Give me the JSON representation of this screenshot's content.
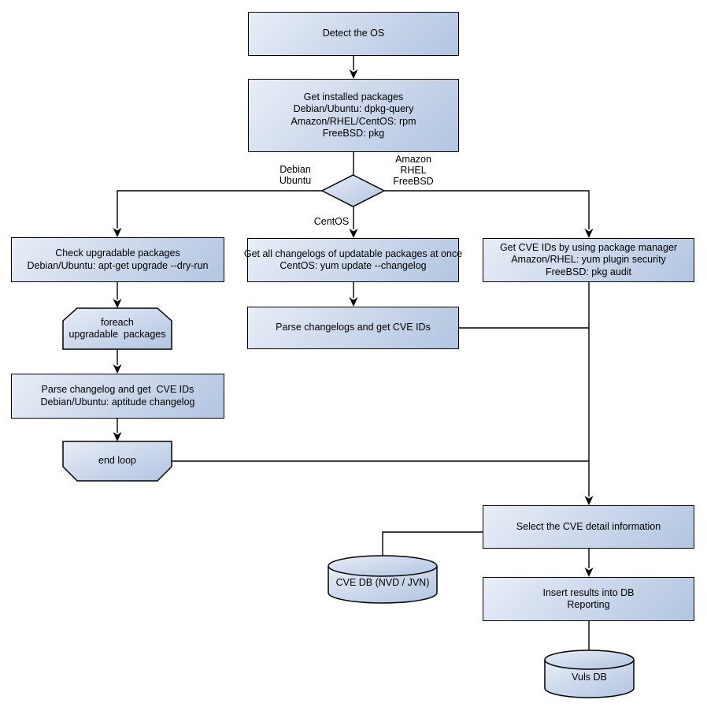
{
  "diagram": {
    "background": "#ffffff",
    "colors": {
      "node_fill_light": "#e9eef7",
      "node_fill_dark": "#b2c5e1",
      "node_border": "#000000",
      "connector": "#000000",
      "text": "#000000"
    },
    "nodes": {
      "detect_os": {
        "label": "Detect the OS"
      },
      "get_installed": {
        "label": "Get installed packages\nDebian/Ubuntu: dpkg-query\nAmazon/RHEL/CentOS: rpm\nFreeBSD: pkg"
      },
      "check_upgradable": {
        "label": "Check upgradable packages\nDebian/Ubuntu: apt-get upgrade --dry-run"
      },
      "foreach_loop": {
        "label": "foreach\nupgradable  packages"
      },
      "parse_changelog_left": {
        "label": "Parse changelog and get  CVE IDs\nDebian/Ubuntu: aptitude changelog"
      },
      "end_loop": {
        "label": "end loop"
      },
      "get_changelogs_mid": {
        "label": "Get all changelogs of updatable packages at once\nCentOS: yum update --changelog"
      },
      "parse_changelogs_mid": {
        "label": "Parse changelogs and get CVE IDs"
      },
      "get_cve_right": {
        "label": "Get CVE IDs by using package manager\nAmazon/RHEL: yum plugin security\nFreeBSD: pkg audit"
      },
      "select_cve": {
        "label": "Select the CVE detail information"
      },
      "insert_results": {
        "label": "Insert results into DB\nReporting"
      },
      "cve_db": {
        "label": "CVE DB (NVD / JVN)"
      },
      "vuls_db": {
        "label": "Vuls DB"
      }
    },
    "edge_labels": {
      "debian_ubuntu": "Debian\nUbuntu",
      "amazon_rhel_freebsd": "Amazon\nRHEL\nFreeBSD",
      "centos": "CentOS"
    }
  }
}
